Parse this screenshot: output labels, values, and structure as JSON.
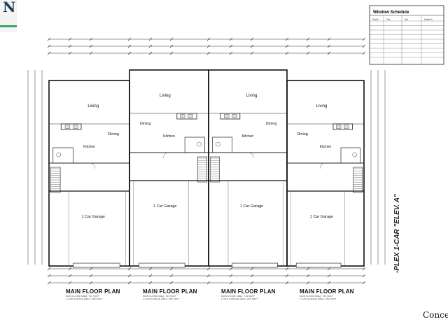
{
  "logo": {
    "letter": "N"
  },
  "window_schedule": {
    "title": "Window Schedule",
    "headers": [
      "Symbol",
      "Type",
      "Size",
      "Header Ht."
    ]
  },
  "rooms": {
    "living": "Living",
    "dining": "Dining",
    "kitchen": "Kitchen",
    "garage": "1 Car Garage"
  },
  "plans": [
    {
      "title": "MAIN FLOOR PLAN",
      "area_note": "MAIN FLOOR AREA: 744 SQFT",
      "garage_note": "1-CAR GARAGE AREA: 260 SQFT"
    },
    {
      "title": "MAIN FLOOR PLAN",
      "area_note": "MAIN FLOOR AREA: 744 SQFT",
      "garage_note": "1-CAR GARAGE AREA: 260 SQFT"
    },
    {
      "title": "MAIN FLOOR PLAN",
      "area_note": "MAIN FLOOR AREA: 744 SQFT",
      "garage_note": "1-CAR GARAGE AREA: 260 SQFT"
    },
    {
      "title": "MAIN FLOOR PLAN",
      "area_note": "MAIN FLOOR AREA: 744 SQFT",
      "garage_note": "1-CAR GARAGE AREA: 260 SQFT"
    }
  ],
  "side_label": "-PLEX 1-CAR \"ELEV. A\"",
  "corner_text": "Conce"
}
